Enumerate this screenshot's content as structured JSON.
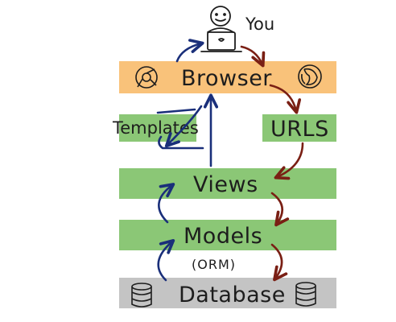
{
  "user_label": "You",
  "layers": {
    "browser": "Browser",
    "urls": "URLS",
    "templates": "Templates",
    "views": "Views",
    "models": "Models",
    "orm": "(ORM)",
    "database": "Database"
  },
  "colors": {
    "browser_band": "#f9c27a",
    "green_band": "#8bc776",
    "database_band": "#c4c4c4",
    "request_arrow": "#7a1f14",
    "response_arrow": "#1a2f7a",
    "ink": "#1d1d1d"
  },
  "icons": {
    "user": "person-at-laptop-icon",
    "browser_left": "chrome-icon",
    "browser_right": "firefox-icon",
    "database": "database-cylinder-icon"
  }
}
